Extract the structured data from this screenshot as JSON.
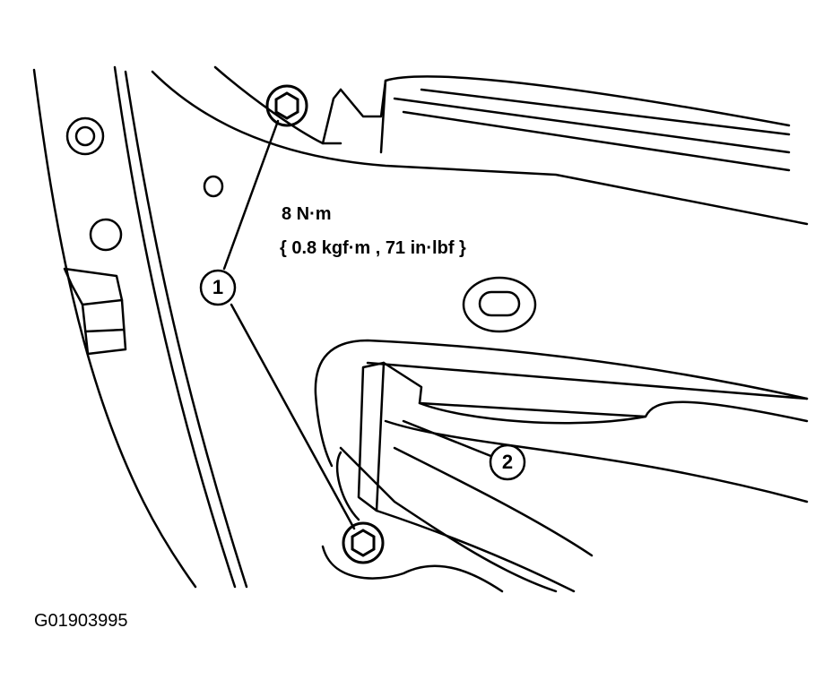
{
  "torque": {
    "line1": "8 N·m",
    "line2": "{ 0.8 kgf·m , 71 in·lbf }"
  },
  "callouts": {
    "one": "1",
    "two": "2"
  },
  "figure_id": "G01903995"
}
